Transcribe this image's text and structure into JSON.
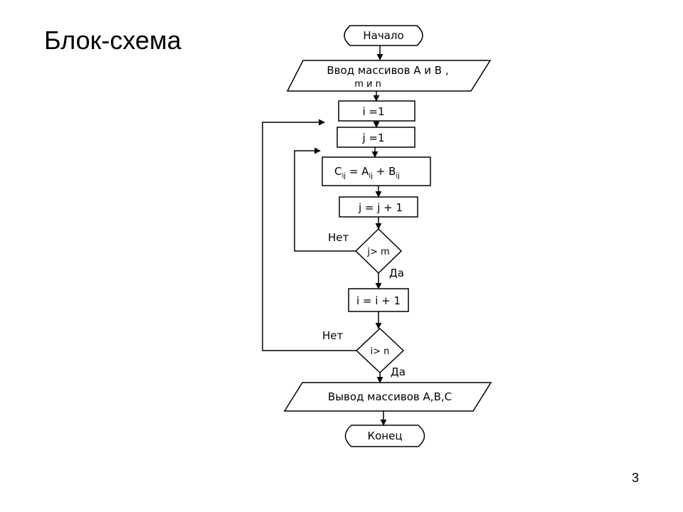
{
  "slide": {
    "title": "Блок-схема",
    "page_number": "3"
  },
  "flowchart": {
    "start": "Начало",
    "input_line1": "Ввод массивов А и В ,",
    "input_line2": "m и n",
    "init_i": "i =1",
    "init_j": "j =1",
    "calc": {
      "c": "C",
      "ij1": "ij",
      "eq": " = A",
      "ij2": "ij",
      "plus": " + B",
      "ij3": "ij"
    },
    "inc_j": "j = j + 1",
    "cond_j": "j> m",
    "no_j": "Нет",
    "yes_j": "Да",
    "inc_i": "i = i + 1",
    "cond_i": "i> n",
    "no_i": "Нет",
    "yes_i": "Да",
    "output": "Вывод массивов А,В,С",
    "end": "Конец"
  }
}
